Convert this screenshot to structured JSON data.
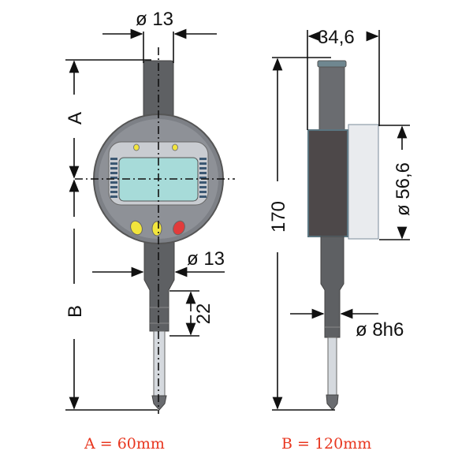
{
  "drawing": {
    "front_view": {
      "top_diameter": "ø 13",
      "mid_diameter": "ø 13",
      "dim_a_label": "A",
      "dim_b_label": "B",
      "stem_length": "22"
    },
    "side_view": {
      "depth": "34,6",
      "height": "170",
      "dial_diameter": "ø 56,6",
      "stem_fit": "ø 8h6"
    },
    "captions": {
      "a_value": "A = 60mm",
      "b_value": "B = 120mm"
    }
  },
  "colors": {
    "caption": "#e8361f",
    "body_dark": "#5b5d60",
    "lcd": "#a7dbd9",
    "button_yellow": "#f2e53c",
    "button_red": "#e23b3b"
  }
}
